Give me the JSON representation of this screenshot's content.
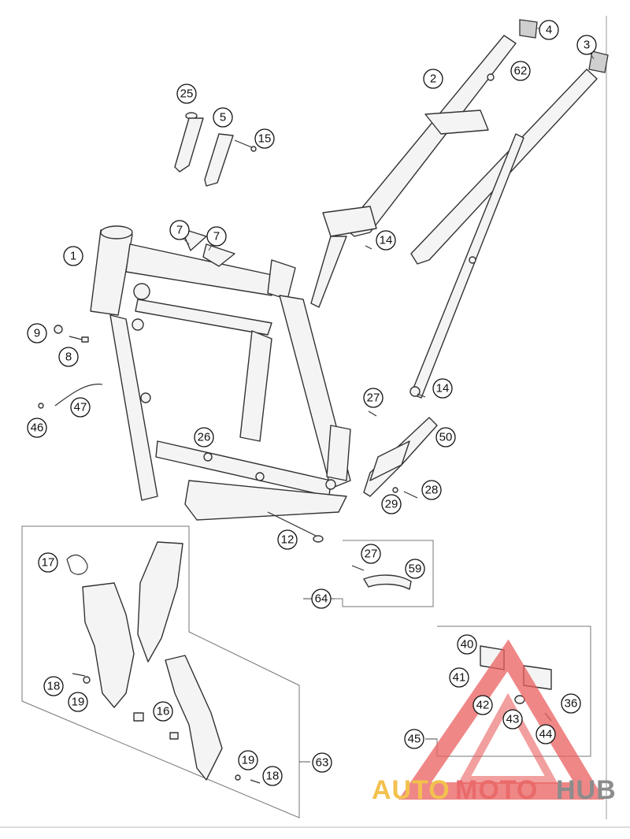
{
  "callouts": {
    "c1": "1",
    "c2": "2",
    "c3": "3",
    "c4": "4",
    "c5": "5",
    "c7a": "7",
    "c7b": "7",
    "c8": "8",
    "c9": "9",
    "c12": "12",
    "c14a": "14",
    "c14b": "14",
    "c15": "15",
    "c16": "16",
    "c17": "17",
    "c18a": "18",
    "c18b": "18",
    "c19a": "19",
    "c19b": "19",
    "c25": "25",
    "c26": "26",
    "c27a": "27",
    "c27b": "27",
    "c28": "28",
    "c29": "29",
    "c36": "36",
    "c40": "40",
    "c41": "41",
    "c42": "42",
    "c43": "43",
    "c44": "44",
    "c45": "45",
    "c46": "46",
    "c47": "47",
    "c50": "50",
    "c59": "59",
    "c62": "62",
    "c63": "63",
    "c64": "64"
  },
  "watermark": {
    "part1": "AUTO",
    "part2": "MOTO",
    "part3": "HUB",
    "color1": "#f2c14e",
    "color2": "#ea6a6a",
    "color3": "#8c8c8c"
  }
}
